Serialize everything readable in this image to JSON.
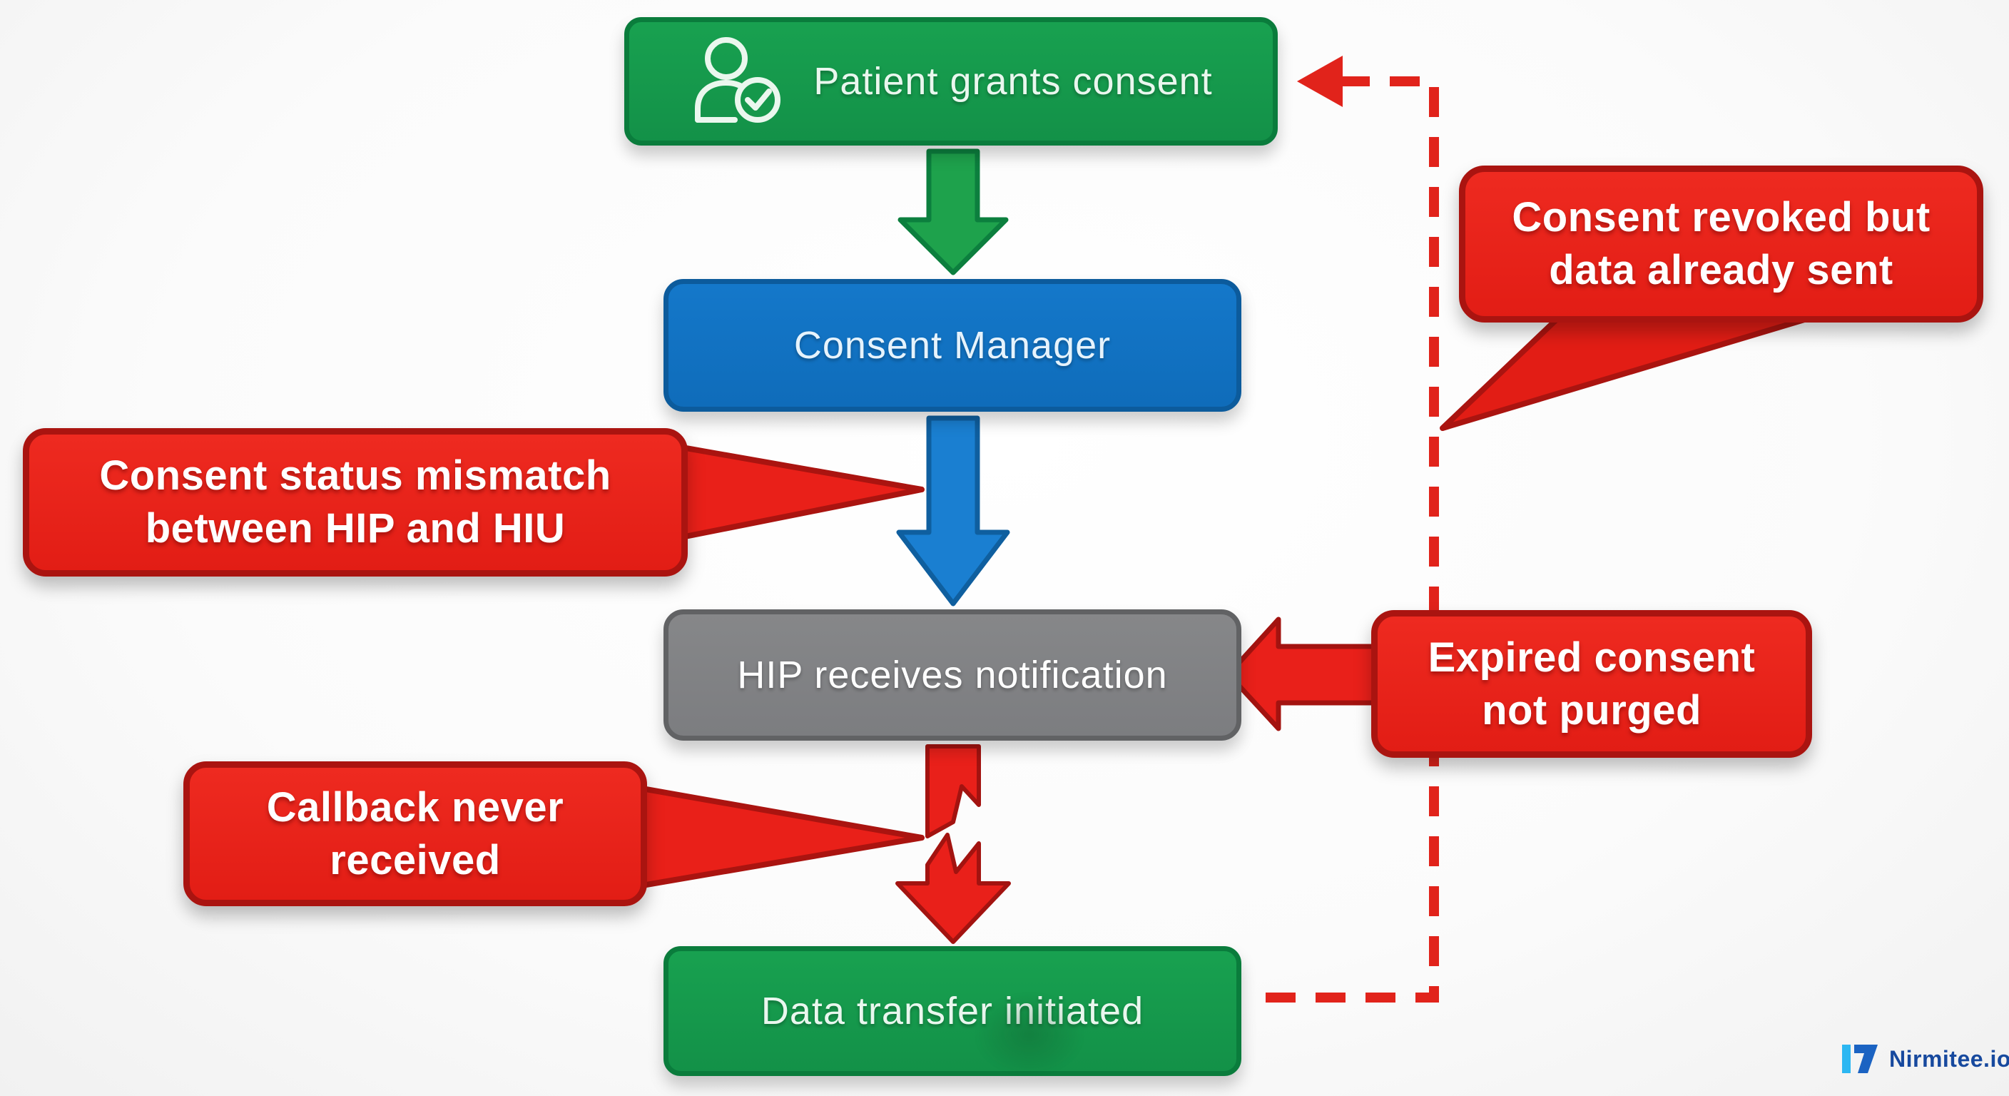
{
  "diagram": {
    "background": "#fbfbfb",
    "nodes": [
      {
        "id": "patient-grants-consent",
        "label": "Patient grants consent",
        "fill": "#15984b",
        "border": "#0a7c3c",
        "icon": "person-check-icon"
      },
      {
        "id": "consent-manager",
        "label": "Consent Manager",
        "fill": "#1273c4",
        "border": "#0c5b9c"
      },
      {
        "id": "hip-receives-notification",
        "label": "HIP receives notification",
        "fill": "#828386",
        "border": "#616264"
      },
      {
        "id": "data-transfer-initiated",
        "label": "Data transfer initiated",
        "fill": "#15984b",
        "border": "#0a7c3c"
      }
    ],
    "flow_arrows": [
      {
        "from": "patient-grants-consent",
        "to": "consent-manager",
        "color": "#1ea24c",
        "style": "solid-block"
      },
      {
        "from": "consent-manager",
        "to": "hip-receives-notification",
        "color": "#1a7fd1",
        "style": "solid-block"
      },
      {
        "from": "hip-receives-notification",
        "to": "data-transfer-initiated",
        "color": "#e9201a",
        "style": "broken-block"
      },
      {
        "from": "data-transfer-initiated",
        "to": "patient-grants-consent",
        "color": "#e1231b",
        "style": "dashed-elbow"
      }
    ],
    "callouts": [
      {
        "id": "consent-status-mismatch",
        "lines": [
          "Consent status mismatch",
          "between HIP and HIU"
        ],
        "fill": "#e92019",
        "border": "#aa1410",
        "points_at": "consent-manager-to-hip-arrow"
      },
      {
        "id": "callback-never-received",
        "lines": [
          "Callback never",
          "received"
        ],
        "fill": "#e92019",
        "border": "#aa1410",
        "points_at": "broken-arrow"
      },
      {
        "id": "expired-consent-not-purged",
        "lines": [
          "Expired consent",
          "not purged"
        ],
        "fill": "#e92019",
        "border": "#aa1410",
        "points_at": "hip-receives-notification"
      },
      {
        "id": "consent-revoked-data-sent",
        "lines": [
          "Consent revoked but",
          "data already sent"
        ],
        "fill": "#e92019",
        "border": "#aa1410",
        "points_at": "dashed-elbow"
      }
    ],
    "logo": {
      "text": "Nirmitee.io",
      "mark_colors": [
        "#2cb7f2",
        "#1b63c2"
      ],
      "text_color": "#17499e"
    }
  }
}
